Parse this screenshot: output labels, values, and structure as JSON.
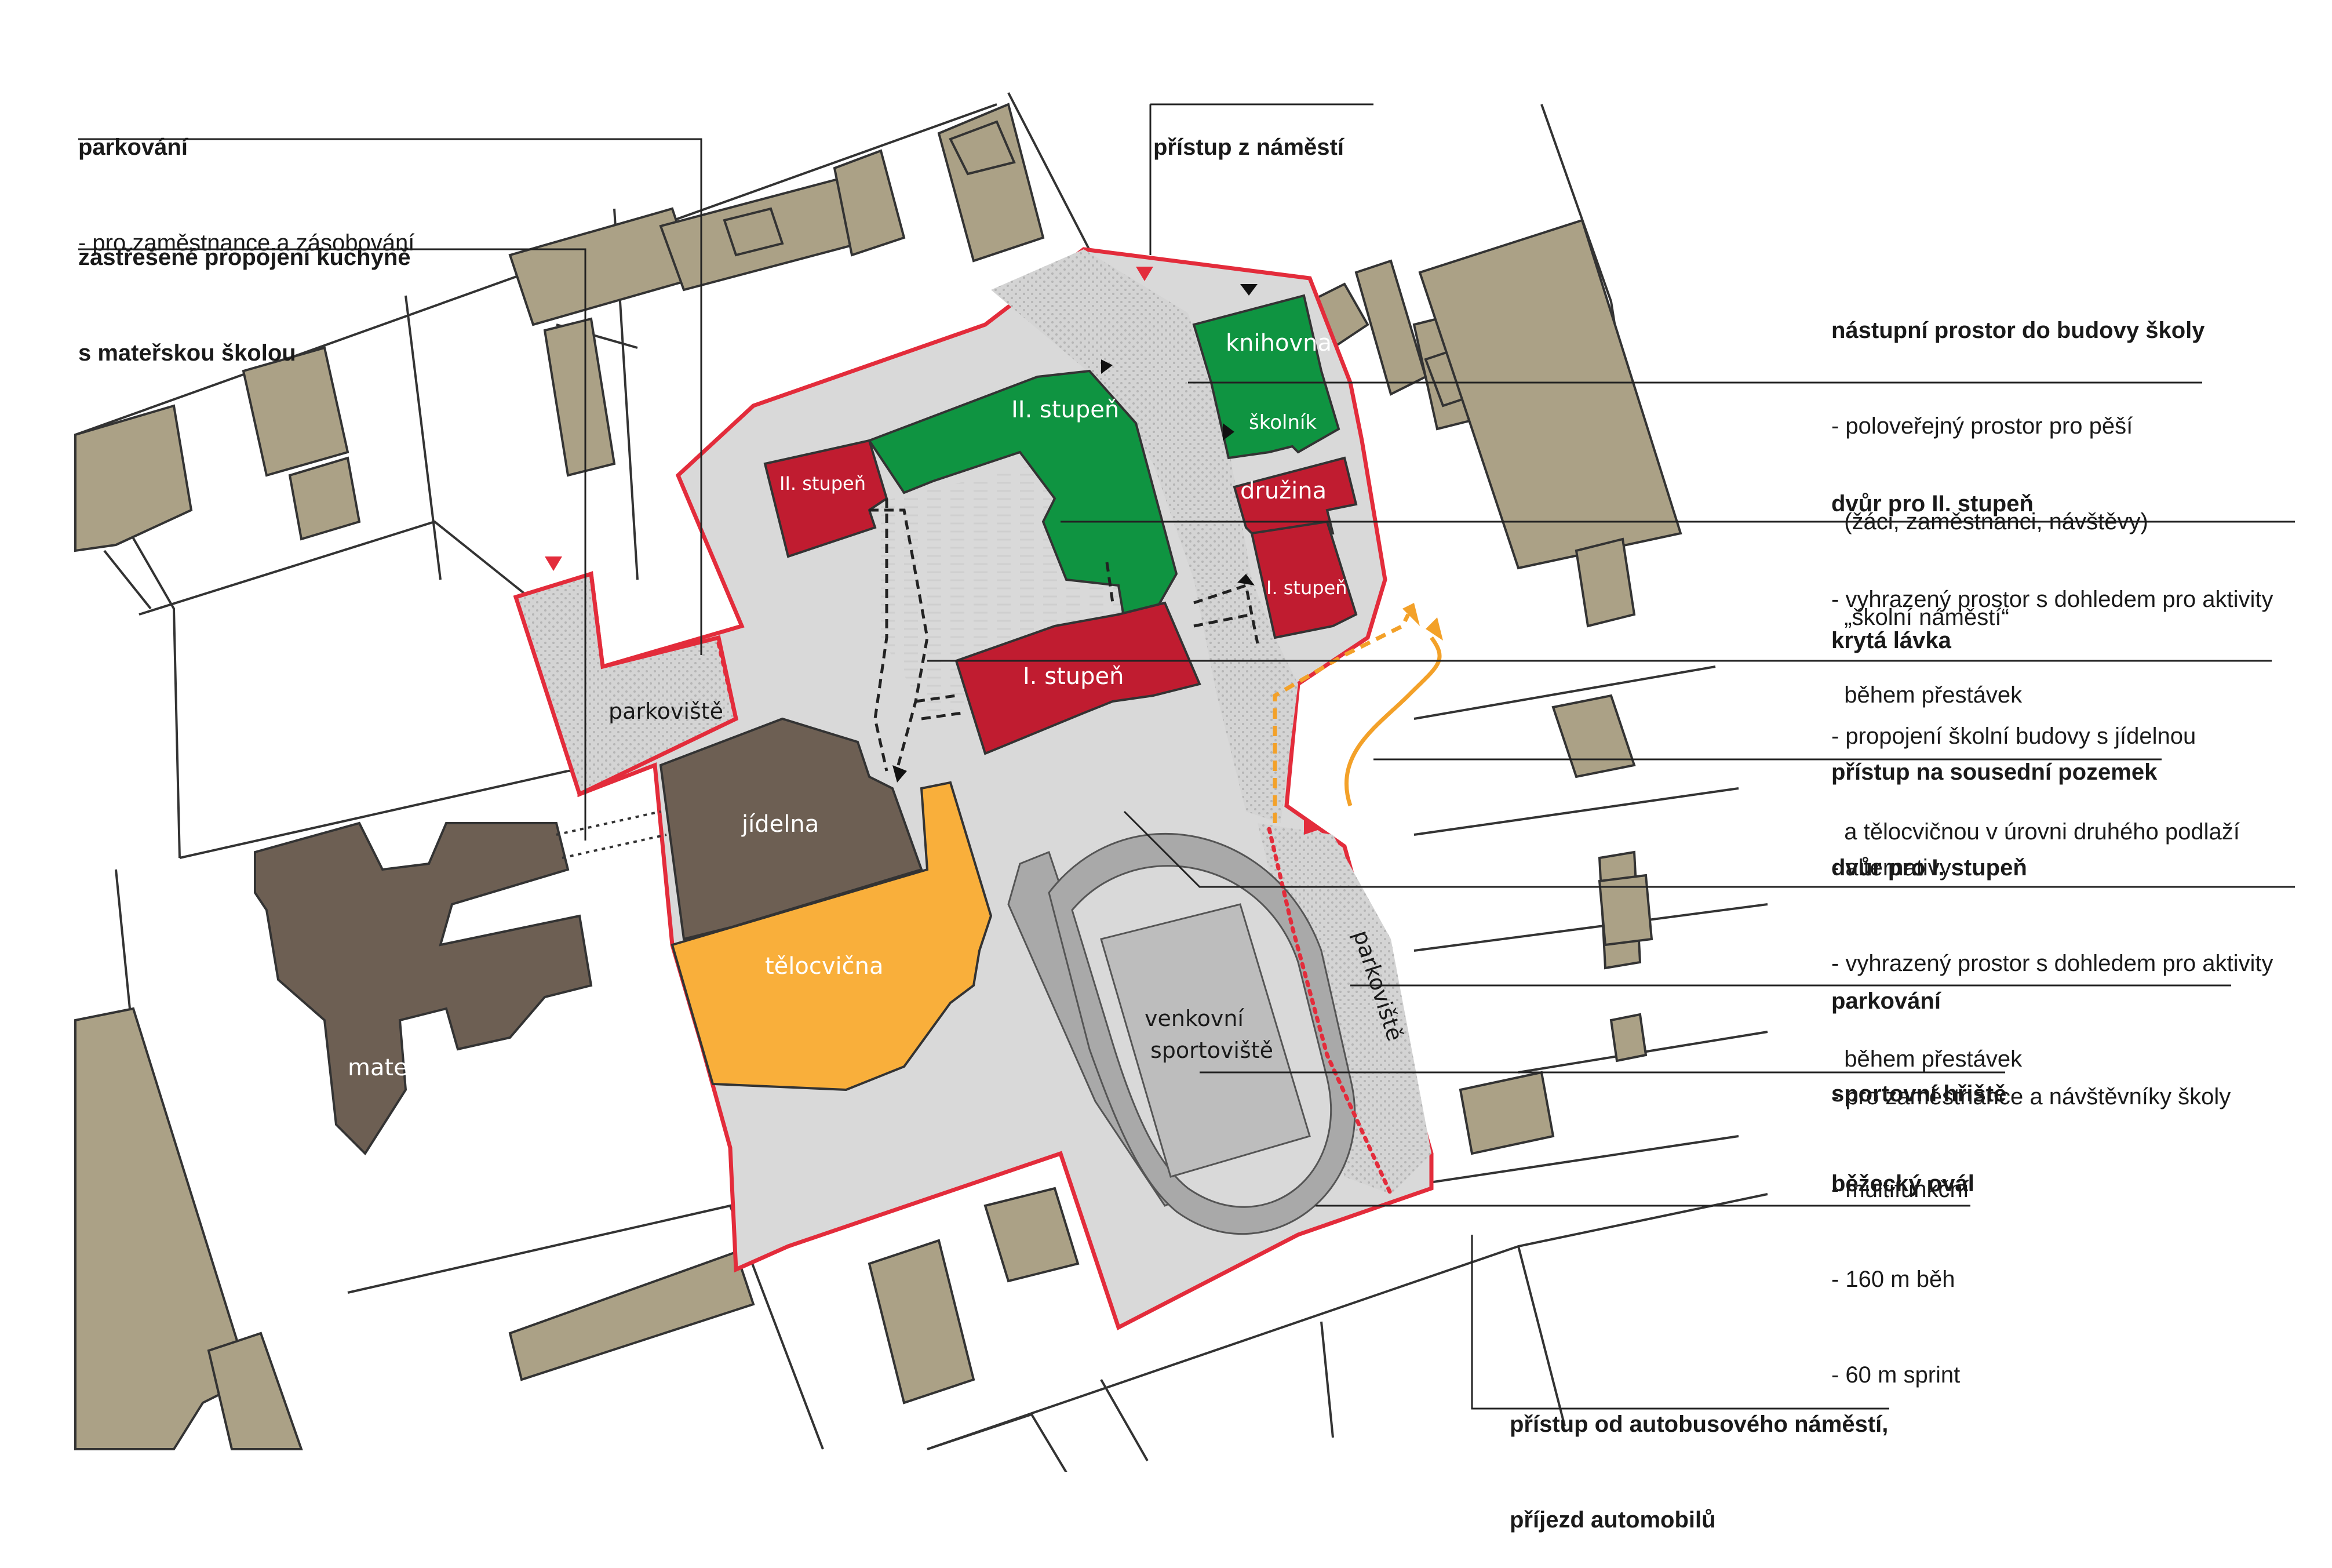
{
  "colors": {
    "building_bg": "#aba186",
    "building_dark": "#6d5f53",
    "school_red": "#c01c30",
    "school_green": "#0f9441",
    "gym_orange": "#f9af3b",
    "site_fill": "#d9d9d9",
    "plot_border": "#e32c3b",
    "hatch": "#bfbfbf",
    "track": "#a9a9a9",
    "field": "#bdbdbd",
    "orange_arrow": "#f3a129"
  },
  "map": {
    "knihovna": "knihovna",
    "skolnik": "školník",
    "druzina": "družina",
    "ii_stupen_green": "II. stupeň",
    "ii_stupen_red": "II. stupeň",
    "i_stupen_small": "I. stupeň",
    "i_stupen_main": "I. stupeň",
    "jidelna": "jídelna",
    "telocvicna": "tělocvična",
    "materska_skola": "mateřská škola",
    "parkoviste_left": "parkoviště",
    "parkoviste_right": "parkoviště",
    "sport_line1": "venkovní",
    "sport_line2": "sportoviště"
  },
  "annotations": {
    "parking_top": {
      "title": "parkování",
      "lines": [
        "- pro zaměstnance a zásobování"
      ]
    },
    "covered_link": {
      "title": "zastřešené propojení kuchyně",
      "title2": "s mateřskou školou"
    },
    "access_square": {
      "title": "přístup z náměstí"
    },
    "entrance": {
      "title": "nástupní prostor do budovy školy",
      "lines": [
        "- poloveřejný prostor pro pěší",
        "  (žáci, zaměstnanci, návštěvy)",
        "  „školní náměstí“"
      ]
    },
    "yard_ii": {
      "title": "dvůr pro II. stupeň",
      "lines": [
        "- vyhrazený prostor s dohledem pro aktivity",
        "  během přestávek"
      ]
    },
    "bridge": {
      "title": "krytá lávka",
      "lines": [
        "- propojení školní budovy s jídelnou",
        "  a tělocvičnou v úrovni druhého podlaží"
      ]
    },
    "neighbor": {
      "title": "přístup na sousední pozemek",
      "lines": [
        "- alternativy"
      ]
    },
    "yard_i": {
      "title": "dvůr pro I. stupeň",
      "lines": [
        "- vyhrazený prostor s dohledem pro aktivity",
        "  během přestávek"
      ]
    },
    "parking_right": {
      "title": "parkování",
      "lines": [
        "- pro zaměstnance a návštěvníky školy"
      ]
    },
    "sports": {
      "title": "sportovní hřiště",
      "lines": [
        "- multifunkční"
      ]
    },
    "track": {
      "title": "běžecký ovál",
      "lines": [
        "- 160 m běh",
        "- 60 m sprint"
      ]
    },
    "bus_access": {
      "title": "přístup od autobusového náměstí,",
      "title2": "příjezd automobilů"
    }
  }
}
